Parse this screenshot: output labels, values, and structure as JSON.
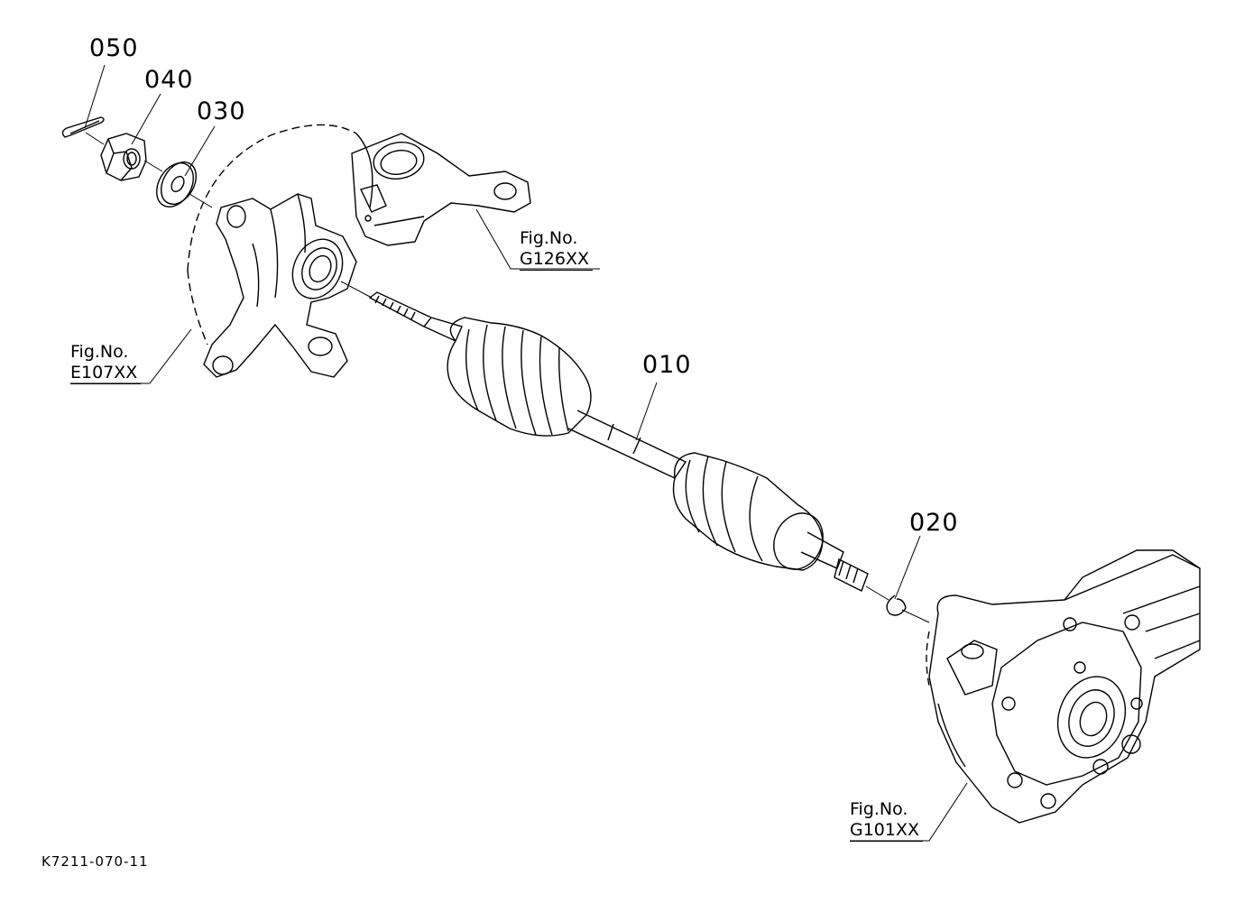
{
  "callouts": {
    "c010": "010",
    "c020": "020",
    "c030": "030",
    "c040": "040",
    "c050": "050"
  },
  "figure_refs": {
    "g126": {
      "prefix": "Fig.No.",
      "number": "G126XX"
    },
    "e107": {
      "prefix": "Fig.No.",
      "number": "E107XX"
    },
    "g101": {
      "prefix": "Fig.No.",
      "number": "G101XX"
    }
  },
  "drawing_code": "K7211-070-11"
}
